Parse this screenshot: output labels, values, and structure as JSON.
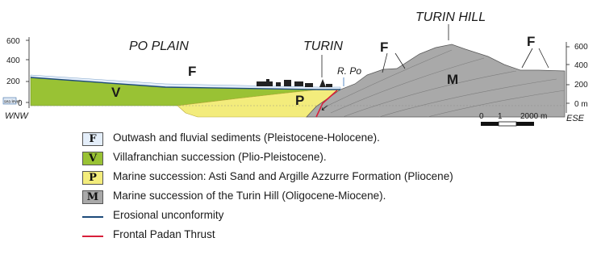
{
  "section": {
    "labels": {
      "po_plain": "PO PLAIN",
      "turin": "TURIN",
      "turin_hill": "TURIN HILL",
      "r_po": "R. Po",
      "wnw": "WNW",
      "ese": "ESE",
      "sea_level": "sea level"
    },
    "unit_letters": {
      "f_left": "F",
      "f_mid": "F",
      "f_right": "F",
      "v": "V",
      "p": "P",
      "m": "M"
    },
    "left_ticks": [
      "600",
      "400",
      "200",
      "0"
    ],
    "right_ticks": [
      "600",
      "400",
      "200",
      "0 m"
    ],
    "scale": {
      "zero": "0",
      "one": "1",
      "end": "2000 m"
    },
    "colors": {
      "F": "#e4eefa",
      "V": "#99c234",
      "P": "#f3ec7c",
      "M": "#a9a9a9",
      "unconformity": "#1d4a7a",
      "thrust": "#d81f3a"
    }
  },
  "legend": {
    "items": [
      {
        "letter": "F",
        "color": "#e4eefa",
        "text": "Outwash and fluvial sediments (Pleistocene-Holocene)."
      },
      {
        "letter": "V",
        "color": "#99c234",
        "text": "Villafranchian succession (Plio-Pleistocene)."
      },
      {
        "letter": "P",
        "color": "#f3ec7c",
        "text": "Marine succession: Asti Sand and Argille Azzurre Formation (Pliocene)"
      },
      {
        "letter": "M",
        "color": "#a9a9a9",
        "text": "Marine succession of the Turin Hill (Oligocene-Miocene)."
      }
    ],
    "lines": [
      {
        "color": "#1d4a7a",
        "text": "Erosional unconformity"
      },
      {
        "color": "#d81f3a",
        "text": "Frontal Padan Thrust"
      }
    ]
  }
}
